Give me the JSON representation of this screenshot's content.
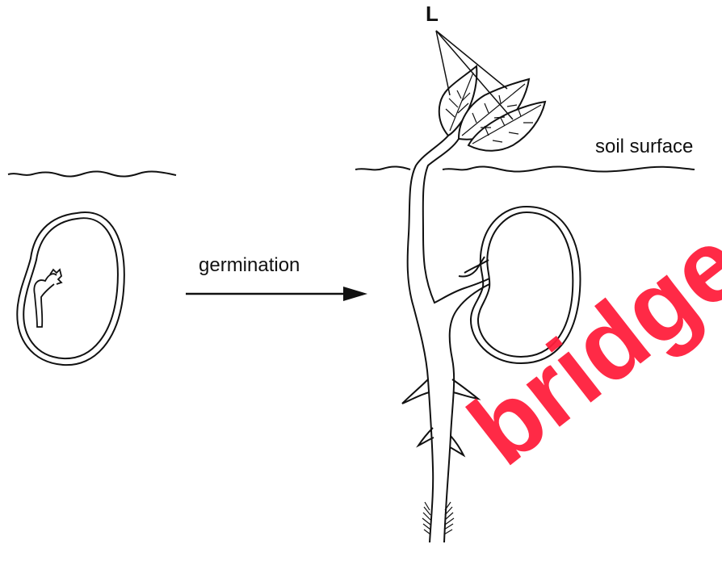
{
  "labels": {
    "leaf": "L",
    "soil_surface": "soil surface",
    "process": "germination"
  },
  "watermark": "bridge",
  "colors": {
    "line": "#111111",
    "watermark": "#ff1f3d"
  }
}
